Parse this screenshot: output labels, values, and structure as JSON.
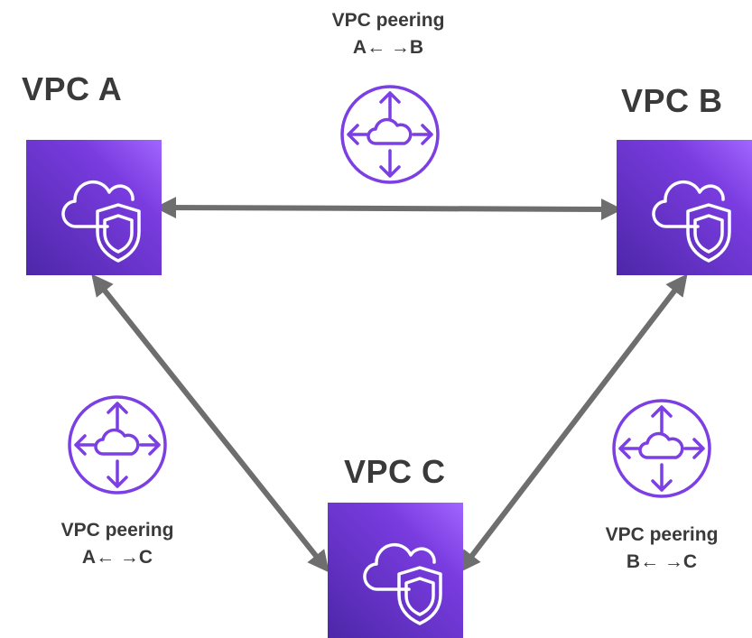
{
  "vpcs": {
    "a": {
      "title": "VPC A"
    },
    "b": {
      "title": "VPC B"
    },
    "c": {
      "title": "VPC C"
    }
  },
  "peerings": {
    "ab": {
      "line1": "VPC peering",
      "line2": "A← →B"
    },
    "ac": {
      "line1": "VPC peering",
      "line2": "A← →C"
    },
    "bc": {
      "line1": "VPC peering",
      "line2": "B← →C"
    }
  },
  "colors": {
    "purple_dark": "#4d27a8",
    "purple_light": "#a166ff",
    "connector": "#6e6e6e",
    "router": "#7b3fe4"
  },
  "icons": {
    "vpc": "vpc-cloud-shield-icon",
    "peering": "peering-router-icon"
  }
}
